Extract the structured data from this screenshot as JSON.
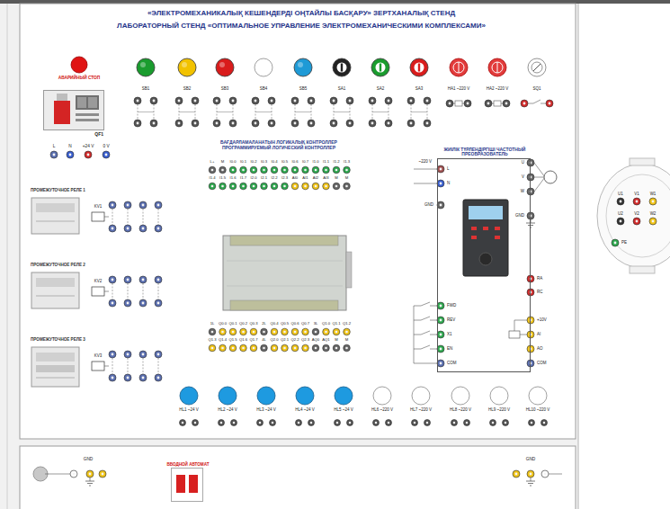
{
  "diagram": {
    "title": "«ЭЛЕКТРОМЕХАНИКАЛЫҚ КЕШЕНДЕРДІ ОҢТАЙЛЫ БАСҚАРУ» ЗЕРТХАНАЛЫҚ СТЕНД",
    "nodes": [
      {
        "text": [
          "QF1"
        ]
      },
      {
        "text": [
          "БАҒДАРЛАМАЛАНАТЫН ЛОГИКАЛЫҚ КОНТРОЛЛЕР ПРОГРАММИРУЕМЫЙ ЛОГИЧЕСКИЙ КОНТРОЛЛЕР"
        ]
      },
      {
        "text": [
          "ЖИІЛІК ТҮРЛЕНДІРГІШІ ЧАСТОТНЫЙ ПРЕОБРАЗОВАТЕЛЬ"
        ]
      },
      {
        "text": [
          "ПРОМЕЖУТОЧНОЕ РЕЛЕ 1"
        ]
      },
      {
        "text": [
          "ПРОМЕЖУТОЧНОЕ РЕЛЕ 2"
        ]
      },
      {
        "text": [
          "ПРОМЕЖУТОЧНОЕ РЕЛЕ 3"
        ]
      },
      {
        "text": [
          "ВВОДНОЙ АВТОМАТ"
        ]
      }
    ],
    "labels": [
      "ЛАБОРАТОРНЫЙ СТЕНД «ОПТИМАЛЬНОЕ УПРАВЛЕНИЕ ЭЛЕКТРОМЕХАНИЧЕСКИМИ КОМПЛЕКСАМИ»",
      "АВАРИЙНЫЙ СТОП",
      "L",
      "N",
      "+24 V",
      "0 V",
      "SB1",
      "SB2",
      "SB3",
      "SB4",
      "SB5",
      "SA1",
      "SA2",
      "SA3",
      "HA1 ~220 V",
      "HA2 ~220 V",
      "SQ1",
      "L+",
      "M",
      "I0.0",
      "I0.1",
      "I0.2",
      "I0.3",
      "I0.4",
      "I0.5",
      "I0.6",
      "I0.7",
      "I1.0",
      "I1.1",
      "I1.2",
      "I1.3",
      "I1.4",
      "I1.5",
      "I1.6",
      "I1.7",
      "I2.0",
      "I2.1",
      "I2.2",
      "I2.3",
      "AI0",
      "AI1",
      "AI2",
      "AI3",
      "M",
      "M",
      "1L",
      "Q0.0",
      "Q0.1",
      "Q0.2",
      "Q0.3",
      "2L",
      "Q0.4",
      "Q0.5",
      "Q0.6",
      "Q0.7",
      "3L",
      "Q1.0",
      "Q1.1",
      "Q1.2",
      "Q1.3",
      "Q1.4",
      "Q1.5",
      "Q1.6",
      "Q1.7",
      "4L",
      "Q2.0",
      "Q2.1",
      "Q2.2",
      "Q2.3",
      "AQ0",
      "AQ1",
      "M",
      "M",
      "KV1",
      "KV2",
      "KV3",
      "~220 V",
      "L",
      "N",
      "GND",
      "FWD",
      "REV",
      "X1",
      "EN",
      "COM",
      "U",
      "V",
      "W",
      "GND",
      "RA",
      "RC",
      "+10V",
      "AI",
      "AO",
      "COM",
      "HL1 ~24 V",
      "HL2 ~24 V",
      "HL3 ~24 V",
      "HL4 ~24 V",
      "HL5 ~24 V",
      "HL6 ~220 V",
      "HL7 ~220 V",
      "HL8 ~220 V",
      "HL9 ~220 V",
      "HL10 ~220 V",
      "U1",
      "V1",
      "W1",
      "U2",
      "V2",
      "W2",
      "PE",
      "GND",
      "GND"
    ]
  }
}
